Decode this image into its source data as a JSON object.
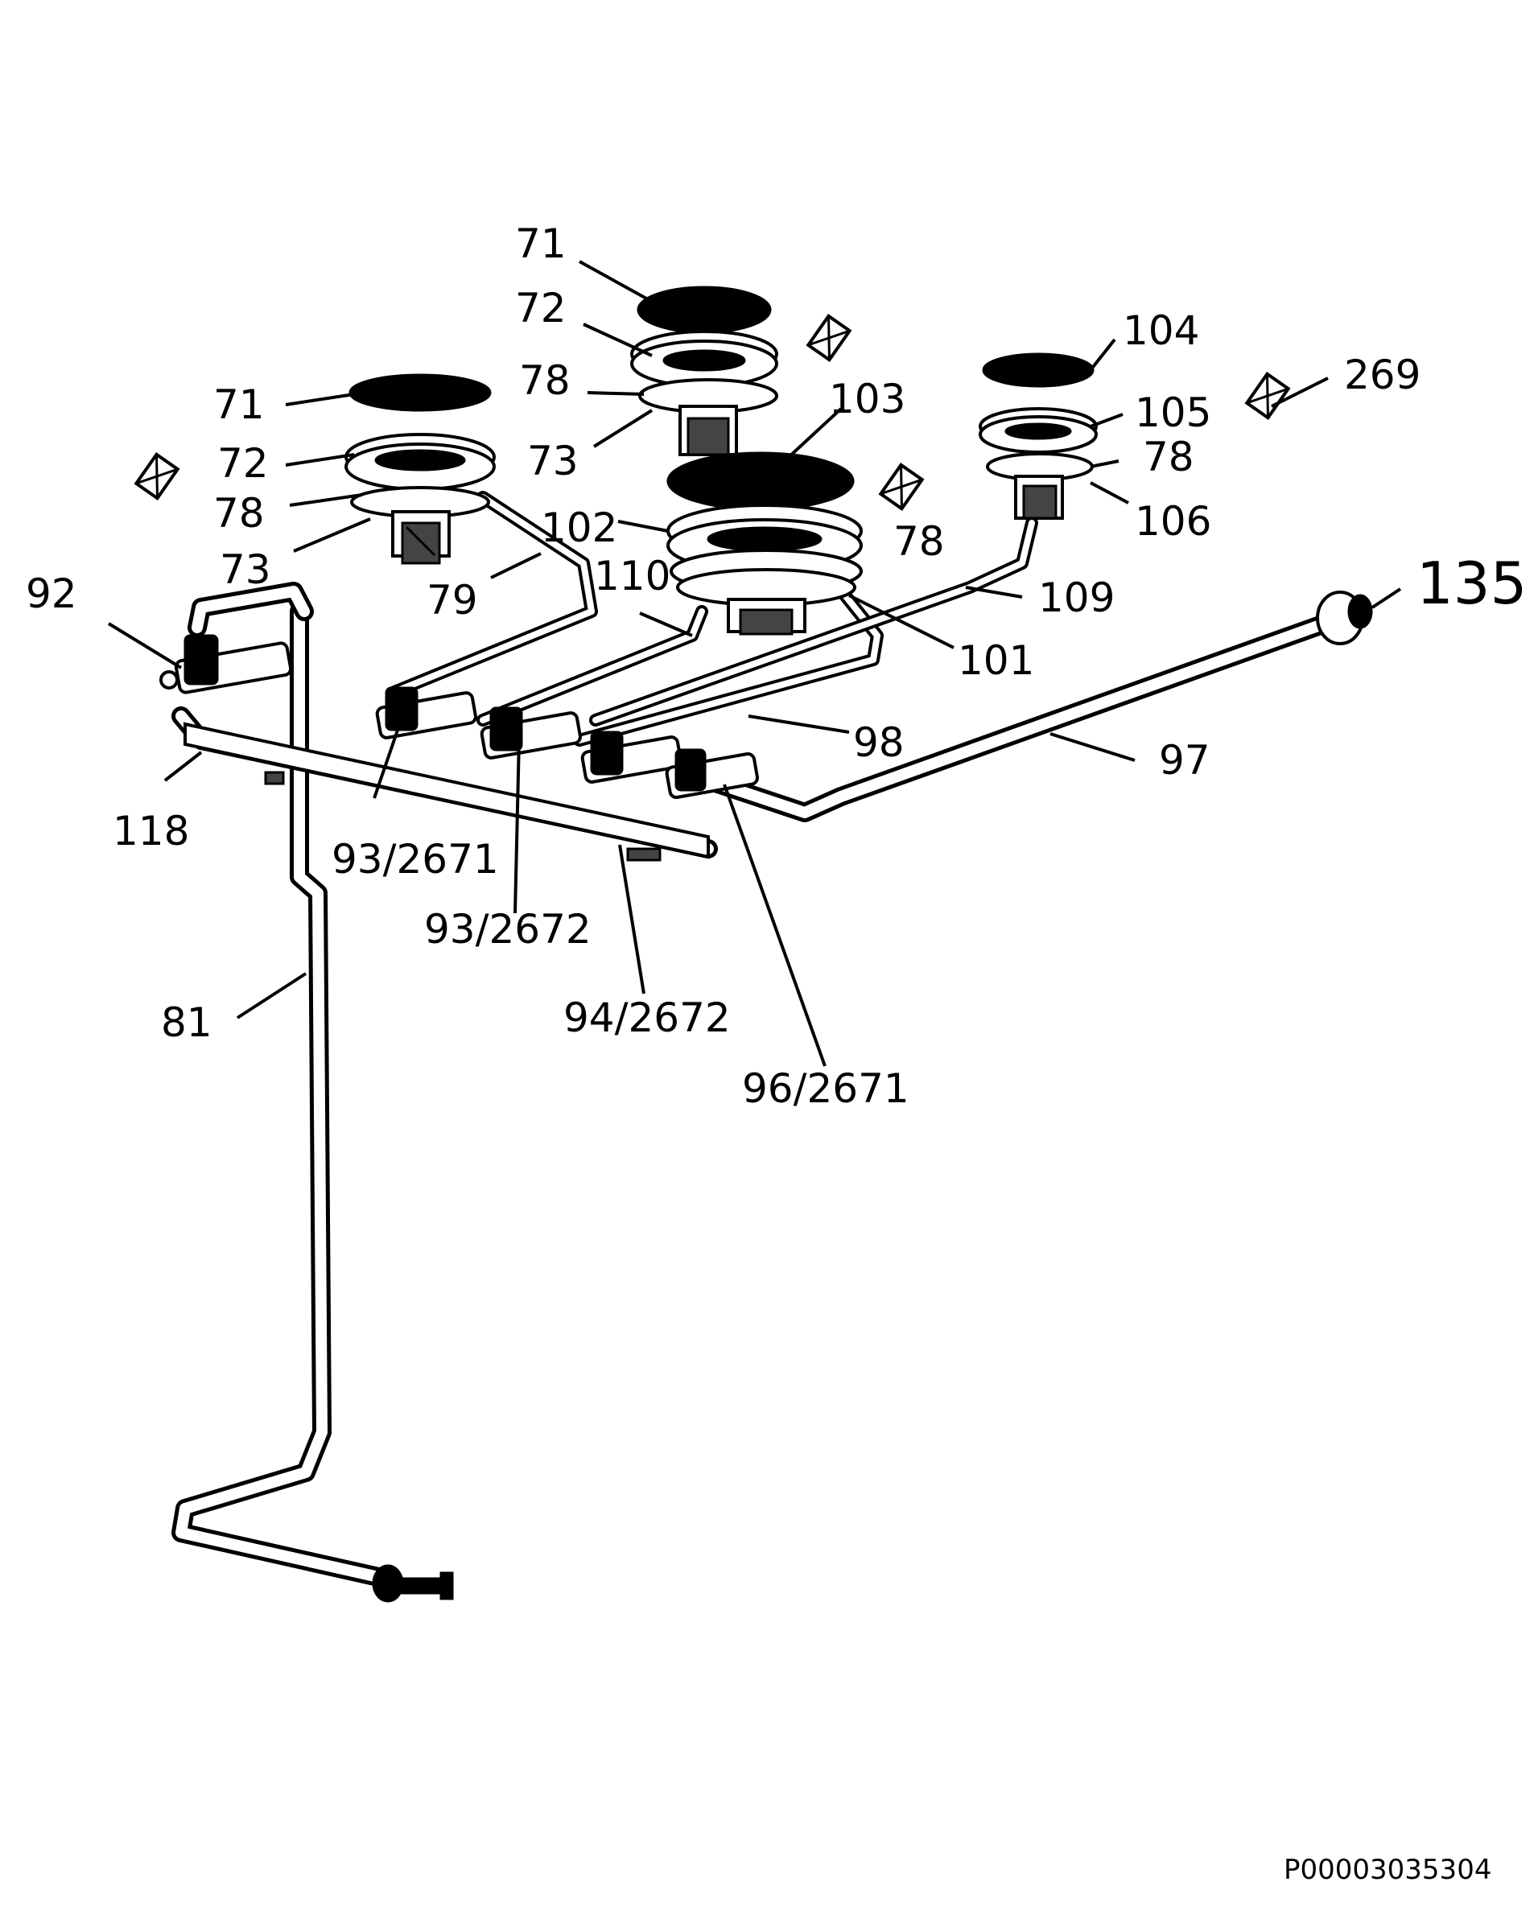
{
  "labels": {
    "l_71_center": "71",
    "l_72_center": "72",
    "l_78_center": "78",
    "l_73_center": "73",
    "l_103": "103",
    "l_104": "104",
    "l_105": "105",
    "l_78_right": "78",
    "l_106": "106",
    "l_269": "269",
    "l_71_left": "71",
    "l_72_left": "72",
    "l_78_left": "78",
    "l_73_left": "73",
    "l_102": "102",
    "l_78_mid": "78",
    "l_79": "79",
    "l_110": "110",
    "l_109": "109",
    "l_101": "101",
    "l_135": "135",
    "l_92": "92",
    "l_98": "98",
    "l_97": "97",
    "l_118": "118",
    "l_93_2671": "93/2671",
    "l_93_2672": "93/2672",
    "l_94_2672": "94/2672",
    "l_96_2671": "96/2671",
    "l_81": "81"
  },
  "drawing_code": "P00003035304",
  "icons": {
    "burner_markers": "crossed-injector-icon"
  }
}
